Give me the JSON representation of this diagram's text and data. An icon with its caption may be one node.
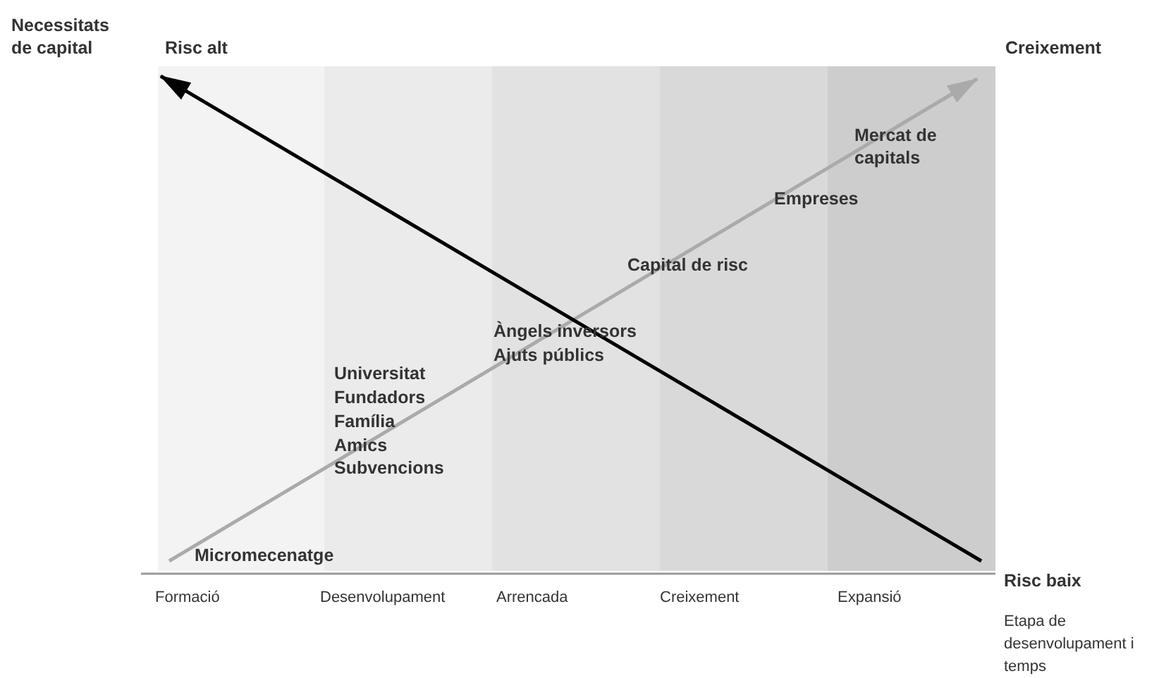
{
  "diagram": {
    "labels": [
      "Necessitats de capital",
      "Risc alt",
      "Creixement",
      "Mercat de capitals",
      "Empreses",
      "Capital de risc",
      "Àngels inversors",
      "Ajuts públics",
      "Universitat",
      "Fundadors",
      "Família",
      "Amics",
      "Subvencions",
      "Micromecenatge",
      "Risc baix",
      "Formació",
      "Desenvolupament",
      "Arrencada",
      "Creixement",
      "Expansió",
      "Etapa de desenvolupament i temps"
    ]
  }
}
